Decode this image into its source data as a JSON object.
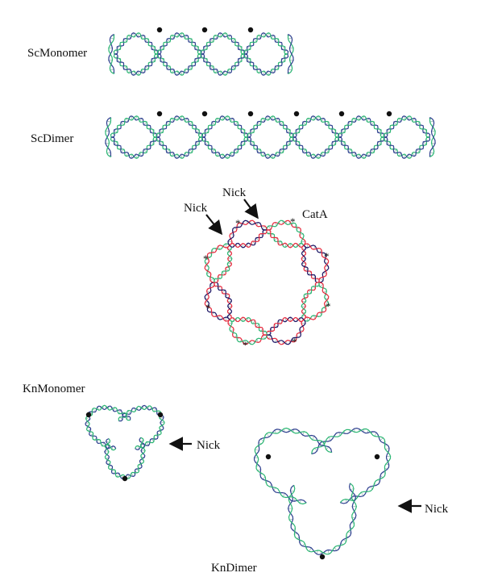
{
  "labels": {
    "sc_monomer": "ScMonomer",
    "sc_dimer": "ScDimer",
    "cat_a": "CatA",
    "nick": "Nick",
    "kn_monomer": "KnMonomer",
    "kn_dimer": "KnDimer",
    "asterisk": "*"
  },
  "colors": {
    "strand_blue": "#2e3f8f",
    "strand_green": "#2bb673",
    "strand_red": "#e8283c",
    "strand_navy": "#1b1464",
    "ink": "#111111"
  },
  "icons": {
    "nick_pointer": "arrow-icon",
    "site_marker": "dot-icon"
  }
}
